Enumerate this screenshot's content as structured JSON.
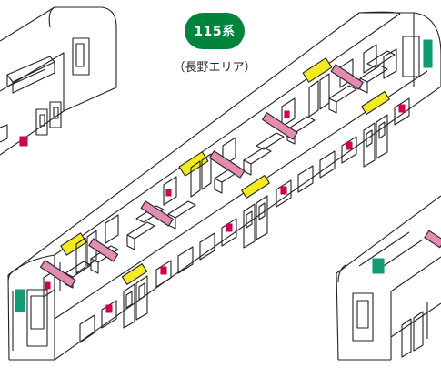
{
  "series_label": "115系",
  "area_label": "（長野エリア）",
  "colors": {
    "badge": "#00843d",
    "outline": "#222222",
    "priority_seat_marker": "#e48bb2",
    "door_marker": "#f2ea23",
    "green_panel": "#0f9b73",
    "red_button": "#d1004f"
  },
  "icons": {
    "priority_seat": "pink-bar",
    "door_marker": "yellow-label",
    "green_sign": "green-square",
    "call_button": "red-square"
  }
}
